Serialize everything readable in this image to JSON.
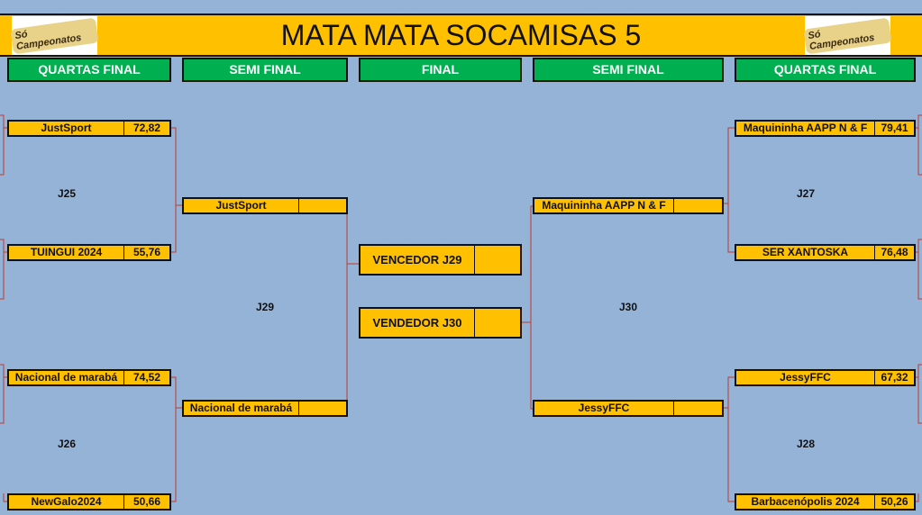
{
  "title": "MATA MATA SOCAMISAS 5",
  "logo_text": "Só Campeonatos",
  "headers": [
    "QUARTAS FINAL",
    "SEMI FINAL",
    "FINAL",
    "SEMI FINAL",
    "QUARTAS FINAL"
  ],
  "left_quarters": [
    {
      "team": "JustSport",
      "score": "72,82"
    },
    {
      "team": "TUINGUI 2024",
      "score": "55,76"
    },
    {
      "team": "Nacional de marabá",
      "score": "74,52"
    },
    {
      "team": "NewGalo2024",
      "score": "50,66"
    }
  ],
  "left_semis": [
    {
      "team": "JustSport",
      "score": ""
    },
    {
      "team": "Nacional de marabá",
      "score": ""
    }
  ],
  "final": [
    {
      "team": "VENCEDOR J29",
      "score": ""
    },
    {
      "team": "VENDEDOR J30",
      "score": ""
    }
  ],
  "right_semis": [
    {
      "team": "Maquininha AAPP N & F",
      "score": ""
    },
    {
      "team": "JessyFFC",
      "score": ""
    }
  ],
  "right_quarters": [
    {
      "team": "Maquininha AAPP N & F",
      "score": "79,41"
    },
    {
      "team": "SER XANTOSKA",
      "score": "76,48"
    },
    {
      "team": "JessyFFC",
      "score": "67,32"
    },
    {
      "team": "Barbacenópolis 2024",
      "score": "50,26"
    }
  ],
  "game_labels": {
    "j25": "J25",
    "j26": "J26",
    "j27": "J27",
    "j28": "J28",
    "j29": "J29",
    "j30": "J30"
  },
  "colors": {
    "background": "#95b3d7",
    "yellow": "#ffc000",
    "green": "#00b050",
    "line": "#c00000"
  }
}
